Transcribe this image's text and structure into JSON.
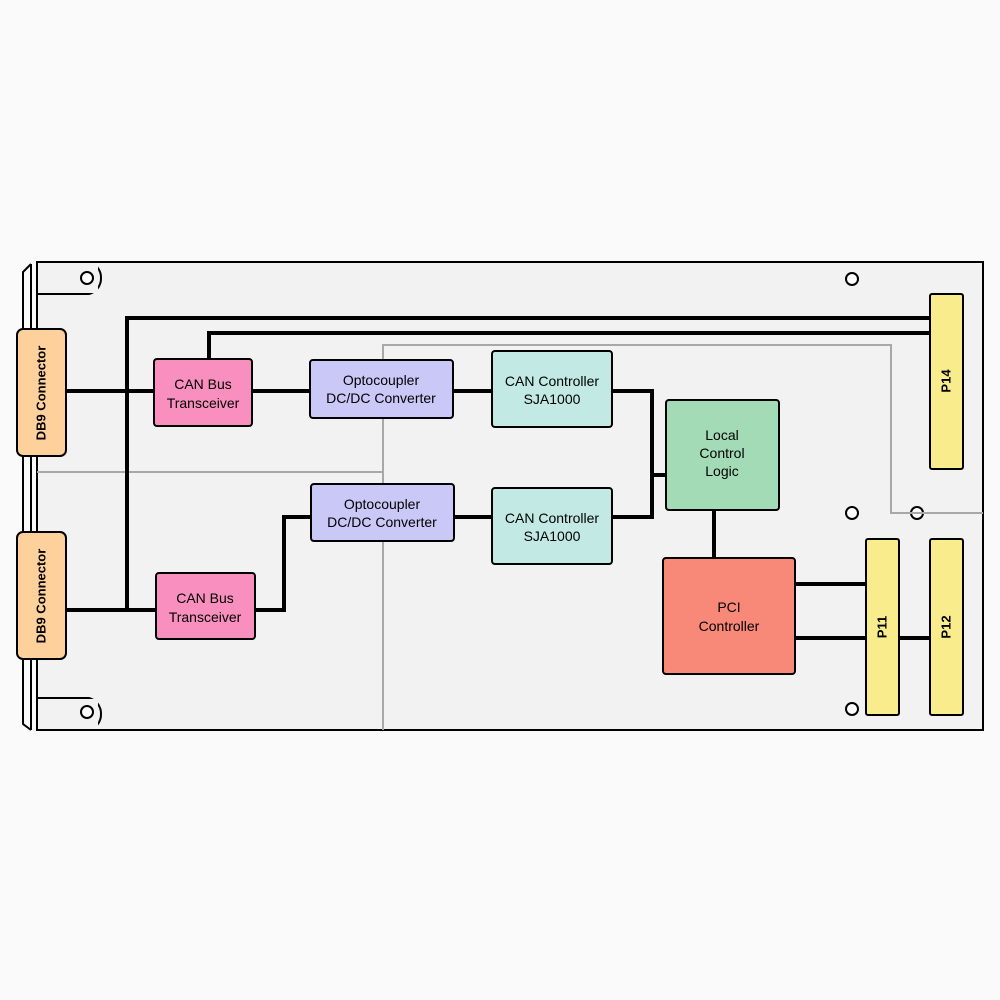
{
  "blocks": {
    "db9_top": "DB9 Connector",
    "db9_bottom": "DB9 Connector",
    "can_tx_top": [
      "CAN Bus",
      "Transceiver"
    ],
    "can_tx_bottom": [
      "CAN Bus",
      "Transceiver"
    ],
    "opto_top": [
      "Optocoupler",
      "DC/DC Converter"
    ],
    "opto_bottom": [
      "Optocoupler",
      "DC/DC Converter"
    ],
    "can_ctrl_top": [
      "CAN Controller",
      "SJA1000"
    ],
    "can_ctrl_bottom": [
      "CAN Controller",
      "SJA1000"
    ],
    "local_logic": [
      "Local",
      "Control",
      "Logic"
    ],
    "pci_ctrl": [
      "PCI",
      "Controller"
    ],
    "p14": "P14",
    "p11": "P11",
    "p12": "P12"
  },
  "colors": {
    "board": "#f2f2f2",
    "db9": "#fdd09c",
    "can_transceiver": "#f88fbf",
    "optocoupler": "#cac8f7",
    "can_controller": "#c2e9e3",
    "local_logic": "#a3dbb7",
    "pci_controller": "#f88878",
    "pci_connector": "#f9ec8c",
    "grey_trace": "#a8a8a8"
  }
}
